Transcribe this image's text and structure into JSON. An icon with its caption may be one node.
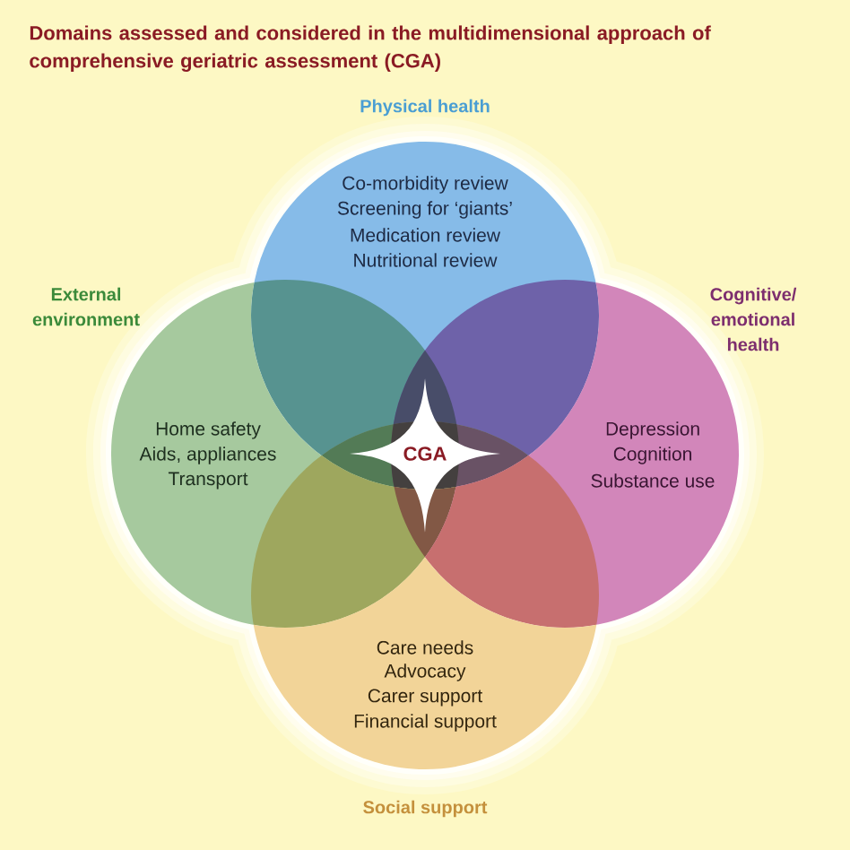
{
  "diagram": {
    "title": "Domains assessed and considered in the multidimensional approach of comprehensive geriatric assessment (CGA)",
    "nodes": [
      {
        "text": [
          "Physical health",
          "Co-morbidity review",
          "Screening for ‘giants’",
          "Medication review",
          "Nutritional review"
        ]
      },
      {
        "text": [
          "External environment",
          "Home safety",
          "Aids, appliances",
          "Transport"
        ]
      },
      {
        "text": [
          "CGA"
        ]
      },
      {
        "text": [
          "Cognitive/ emotional health",
          "Depression",
          "Cognition",
          "Substance use"
        ]
      },
      {
        "text": [
          "Care needs",
          "Advocacy",
          "Carer support",
          "Financial support",
          "Social support"
        ]
      }
    ]
  }
}
